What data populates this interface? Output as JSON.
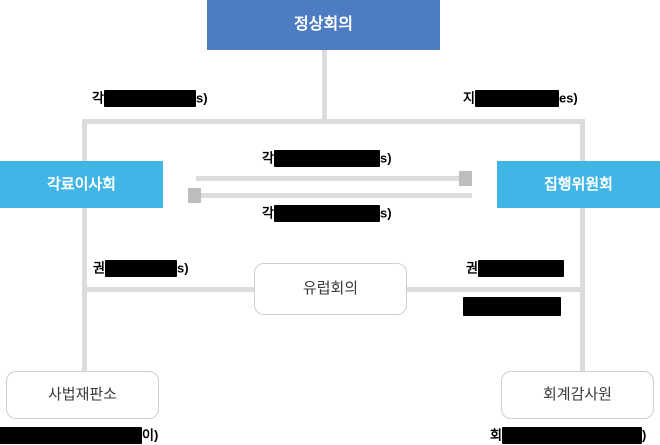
{
  "diagram": {
    "title_visible": false,
    "palette": {
      "summit_fill": "#4d7cc3",
      "council_fill": "#41b6e6",
      "plain_fill": "#ffffff",
      "connector": "#dcdcdc",
      "arrowhead": "#bdbdbd",
      "redaction": "#000000",
      "text_on_color": "#ffffff",
      "text_plain": "#3a3a3a"
    },
    "nodes": {
      "summit": {
        "label": "정상회의"
      },
      "council_of_ministers": {
        "label": "각료이사회"
      },
      "executive_committee": {
        "label": "집행위원회"
      },
      "european_assembly": {
        "label": "유럽회의"
      },
      "court_of_justice": {
        "label": "사법재판소"
      },
      "court_of_auditors": {
        "label": "회계감사원"
      }
    },
    "edge_labels": {
      "summit_to_council": {
        "prefix": "각",
        "redacted": true,
        "suffix": "s)"
      },
      "summit_to_commission": {
        "prefix": "지",
        "redacted": true,
        "suffix": "es)"
      },
      "council_to_commission_top": {
        "prefix": "각",
        "redacted": true,
        "suffix": "s)"
      },
      "commission_to_council_bottom": {
        "prefix": "각",
        "redacted": true,
        "suffix": "s)"
      },
      "council_to_assembly": {
        "prefix": "권",
        "redacted": true,
        "suffix": "s)"
      },
      "commission_to_assembly": {
        "prefix": "권",
        "redacted": true,
        "suffix": ""
      },
      "commission_to_assembly_second": {
        "prefix": "",
        "redacted": true,
        "suffix": ""
      },
      "court_of_justice_caption": {
        "prefix": "",
        "redacted": true,
        "suffix": "이)"
      },
      "court_of_auditors_caption": {
        "prefix": "회",
        "redacted": true,
        "suffix": ")"
      }
    }
  }
}
